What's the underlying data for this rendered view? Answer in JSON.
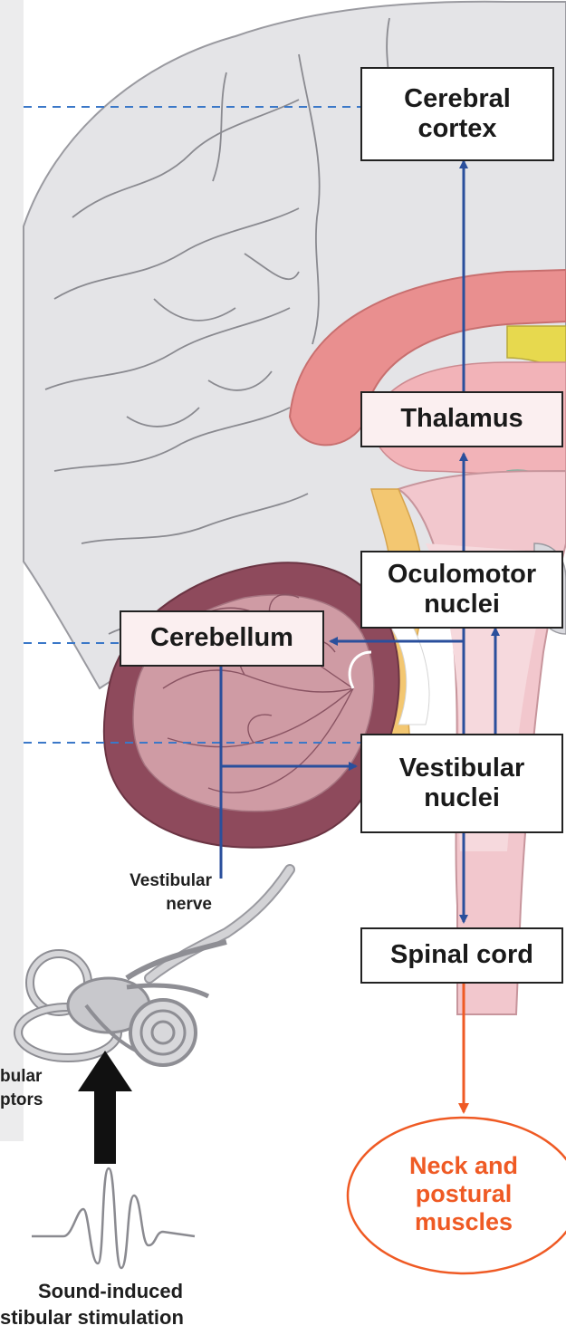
{
  "boxes": {
    "cerebral_cortex": [
      "Cerebral",
      "cortex"
    ],
    "thalamus": "Thalamus",
    "oculomotor_nuclei": [
      "Oculomotor",
      "nuclei"
    ],
    "cerebellum": "Cerebellum",
    "vestibular_nuclei": [
      "Vestibular",
      "nuclei"
    ],
    "spinal_cord": "Spinal cord"
  },
  "labels": {
    "vestibular_nerve": [
      "Vestibular",
      "nerve"
    ],
    "receptors_partial": [
      "bular",
      "ptors"
    ],
    "sound_induced": [
      "Sound-induced",
      "stibular stimulation"
    ]
  },
  "output_target": [
    "Neck and",
    "postural",
    "muscles"
  ],
  "colors": {
    "pathway": "#2a4f9c",
    "output": "#ef5a24",
    "reference_line": "#3b78c8",
    "stimulus_arrow": "#111111"
  }
}
